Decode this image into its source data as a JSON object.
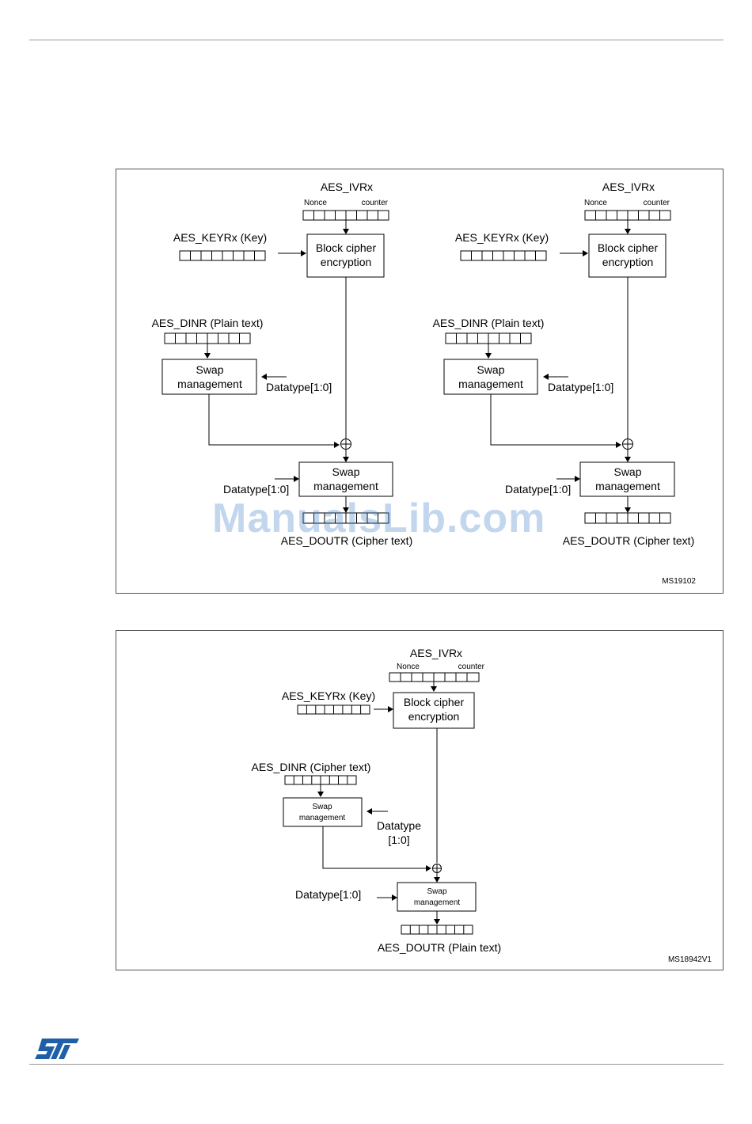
{
  "watermark": "ManualsLib.com",
  "brand_color": "#1f5fa8",
  "logo": "ST",
  "figure1": {
    "id_label": "MS19102",
    "left": {
      "iv_label": "AES_IVRx",
      "nonce_label": "Nonce",
      "counter_label": "counter",
      "key_label": "AES_KEYRx (Key)",
      "block_line1": "Block cipher",
      "block_line2": "encryption",
      "din_label": "AES_DINR (Plain text)",
      "swap_in_line1": "Swap",
      "swap_in_line2": "management",
      "datatype_in": "Datatype[1:0]",
      "datatype_out": "Datatype[1:0]",
      "swap_out_line1": "Swap",
      "swap_out_line2": "management",
      "dout_label": "AES_DOUTR (Cipher text)"
    },
    "right": {
      "iv_label": "AES_IVRx",
      "nonce_label": "Nonce",
      "counter_label": "counter",
      "key_label": "AES_KEYRx (Key)",
      "block_line1": "Block cipher",
      "block_line2": "encryption",
      "din_label": "AES_DINR (Plain text)",
      "swap_in_line1": "Swap",
      "swap_in_line2": "management",
      "datatype_in": "Datatype[1:0]",
      "datatype_out": "Datatype[1:0]",
      "swap_out_line1": "Swap",
      "swap_out_line2": "management",
      "dout_label": "AES_DOUTR (Cipher text)"
    }
  },
  "figure2": {
    "id_label": "MS18942V1",
    "iv_label": "AES_IVRx",
    "nonce_label": "Nonce",
    "counter_label": "counter",
    "key_label": "AES_KEYRx (Key)",
    "block_line1": "Block cipher",
    "block_line2": "encryption",
    "din_label": "AES_DINR (Cipher text)",
    "swap_in_line1": "Swap",
    "swap_in_line2": "management",
    "datatype_in_line1": "Datatype",
    "datatype_in_line2": "[1:0]",
    "datatype_out": "Datatype[1:0]",
    "swap_out_line1": "Swap",
    "swap_out_line2": "management",
    "dout_label": "AES_DOUTR (Plain text)"
  }
}
